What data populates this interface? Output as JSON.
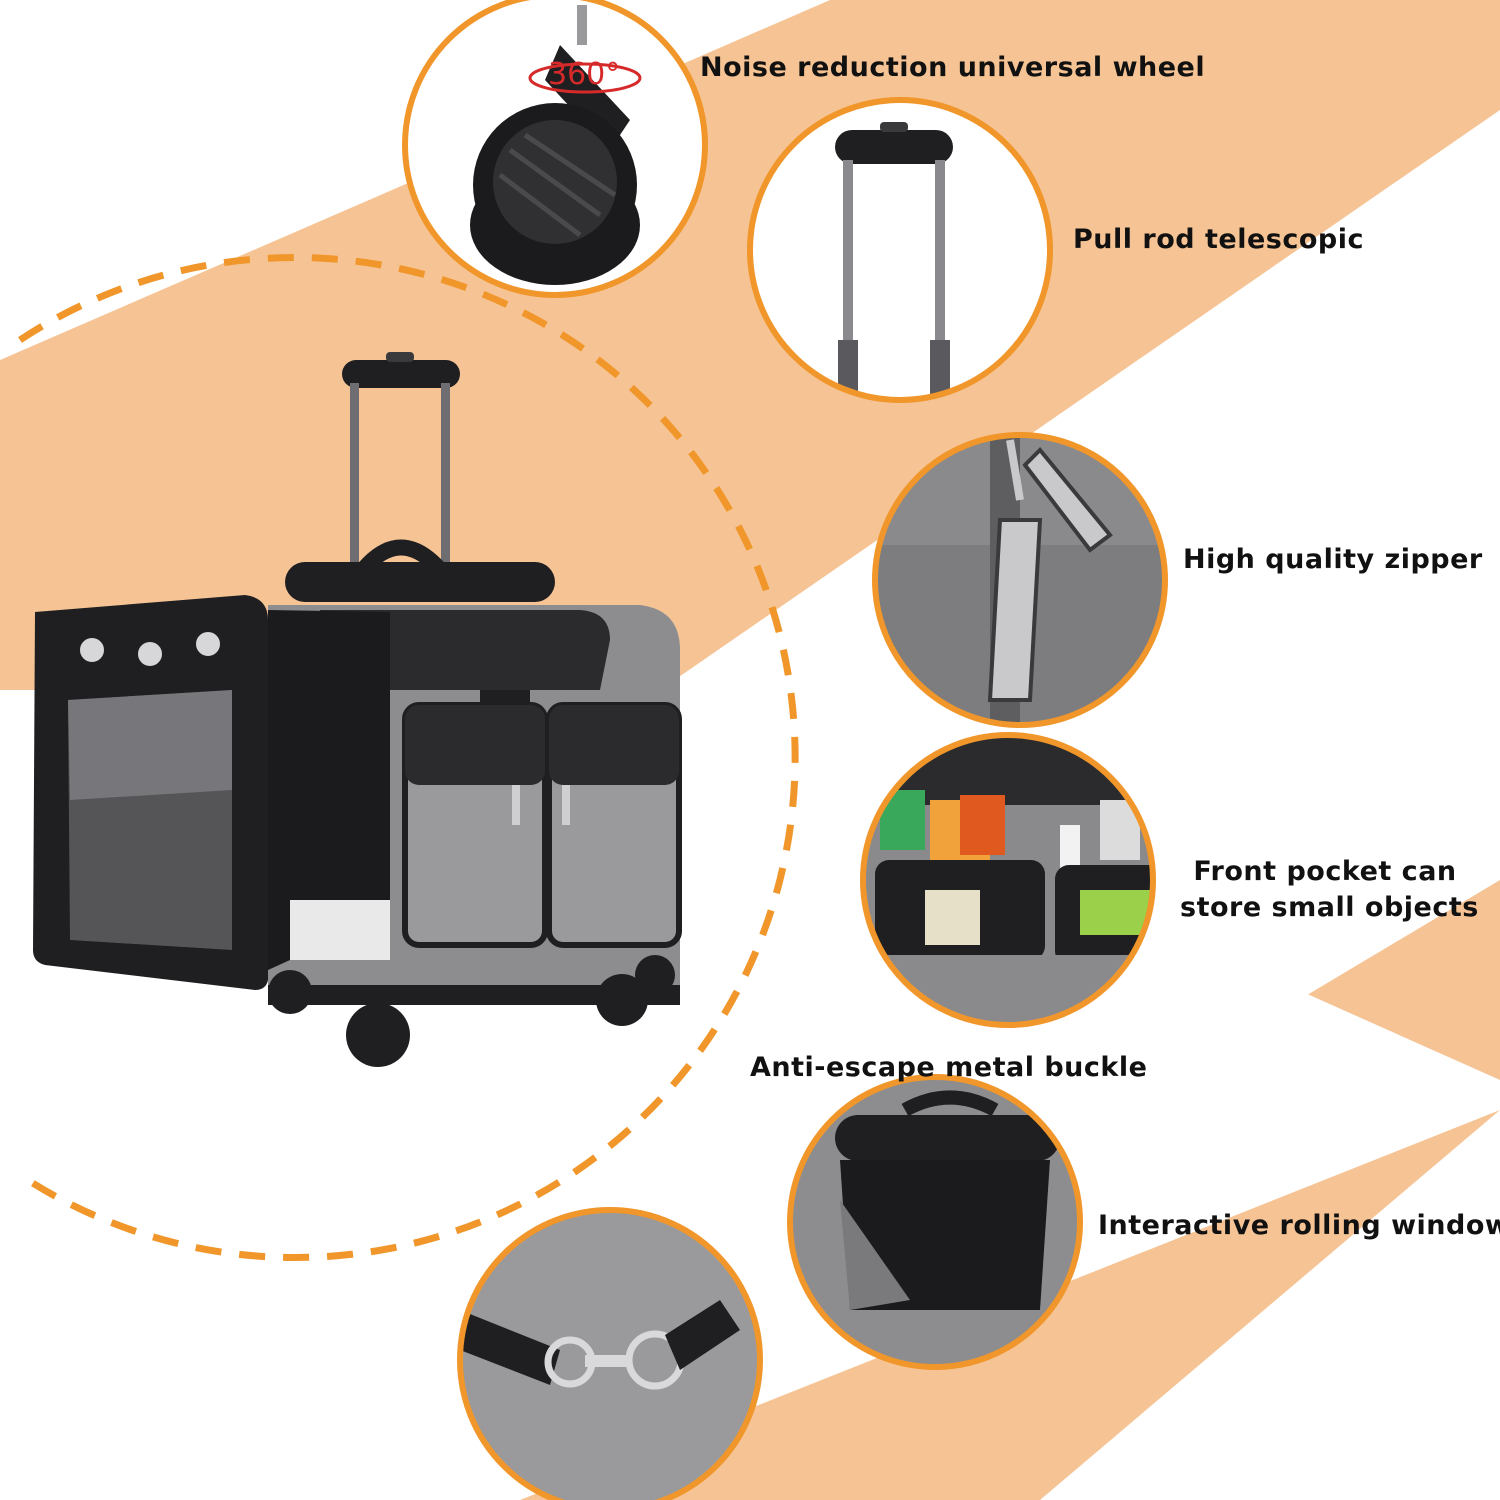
{
  "colors": {
    "band": "#f6c494",
    "accent_orange": "#f0962a",
    "bag_gray": "#8d8d8f",
    "bag_dark": "#1f1f21",
    "text": "#111111"
  },
  "product": {
    "icon": "pet-carrier-trolley-icon",
    "wheel_badge": "360°"
  },
  "features": [
    {
      "icon": "universal-wheel-icon",
      "label": "Noise reduction universal wheel"
    },
    {
      "icon": "telescopic-handle-icon",
      "label": "Pull rod telescopic"
    },
    {
      "icon": "zipper-icon",
      "label": "High quality zipper"
    },
    {
      "icon": "front-pocket-icon",
      "label_line1": "Front pocket can",
      "label_line2": "store small objects"
    },
    {
      "icon": "rolling-window-icon",
      "label": "Interactive rolling window"
    },
    {
      "icon": "metal-buckle-icon",
      "label": "Anti-escape metal buckle"
    }
  ]
}
